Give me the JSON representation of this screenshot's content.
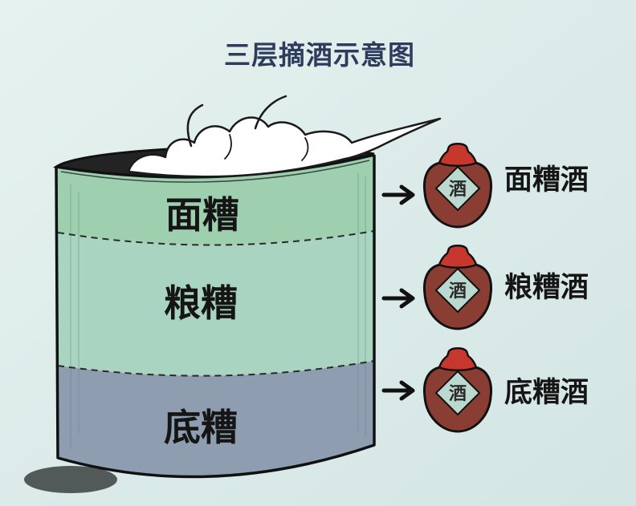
{
  "title": "三层摘酒示意图",
  "layers": [
    {
      "label": "面糟",
      "color": "#9ecfae"
    },
    {
      "label": "粮糟",
      "color": "#a9d4c1"
    },
    {
      "label": "底糟",
      "color": "#8e9db0"
    }
  ],
  "outputs": [
    {
      "label": "面糟酒",
      "jar_text": "酒"
    },
    {
      "label": "粮糟酒",
      "jar_text": "酒"
    },
    {
      "label": "底糟酒",
      "jar_text": "酒"
    }
  ],
  "colors": {
    "background": "#dcebea",
    "title": "#2f3b5c",
    "jar_body": "#8a3d33",
    "jar_cloth": "#c8372d",
    "jar_label": "#bcd9d0",
    "barrel_interior": "#232323",
    "steam": "#ffffff"
  },
  "icons": [
    "steam-cloud-icon",
    "arrow-right-icon",
    "wine-jar-icon"
  ]
}
